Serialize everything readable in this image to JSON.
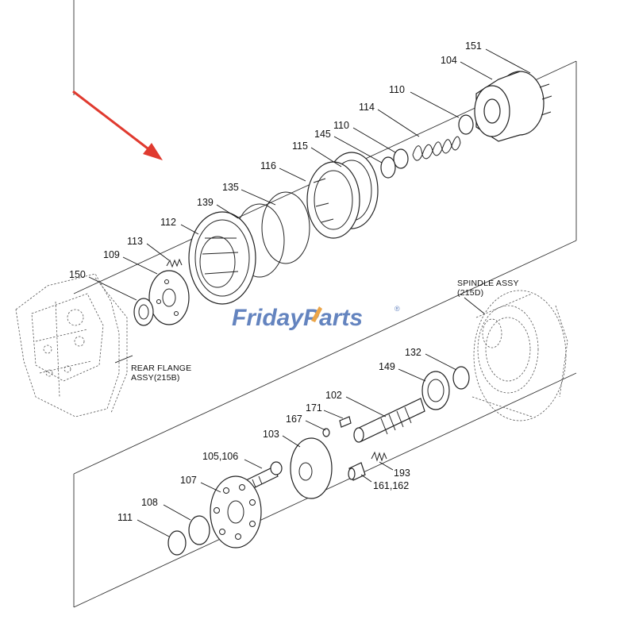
{
  "watermark": {
    "part1": "Friday",
    "part2": "Parts",
    "mark": "®",
    "color1": "#4a6fb5",
    "color2": "#4a6fb5",
    "accent": "#e8962a"
  },
  "captions": {
    "rear_flange": [
      "REAR FLANGE",
      "ASSY(215B)"
    ],
    "spindle": [
      "SPINDLE ASSY",
      "(215D)"
    ]
  },
  "labels": [
    {
      "id": "151",
      "text": "151"
    },
    {
      "id": "104",
      "text": "104"
    },
    {
      "id": "110a",
      "text": "110"
    },
    {
      "id": "114",
      "text": "114"
    },
    {
      "id": "110b",
      "text": "110"
    },
    {
      "id": "145",
      "text": "145"
    },
    {
      "id": "115",
      "text": "115"
    },
    {
      "id": "116",
      "text": "116"
    },
    {
      "id": "135",
      "text": "135"
    },
    {
      "id": "139",
      "text": "139"
    },
    {
      "id": "112",
      "text": "112"
    },
    {
      "id": "113",
      "text": "113"
    },
    {
      "id": "109",
      "text": "109"
    },
    {
      "id": "150",
      "text": "150"
    },
    {
      "id": "132",
      "text": "132"
    },
    {
      "id": "149",
      "text": "149"
    },
    {
      "id": "102",
      "text": "102"
    },
    {
      "id": "171",
      "text": "171"
    },
    {
      "id": "167",
      "text": "167"
    },
    {
      "id": "103",
      "text": "103"
    },
    {
      "id": "105106",
      "text": "105,106"
    },
    {
      "id": "193",
      "text": "193"
    },
    {
      "id": "161162",
      "text": "161,162"
    },
    {
      "id": "107",
      "text": "107"
    },
    {
      "id": "108",
      "text": "108"
    },
    {
      "id": "111",
      "text": "111"
    }
  ],
  "pointer_arrow": {
    "color": "#e03a2f"
  }
}
